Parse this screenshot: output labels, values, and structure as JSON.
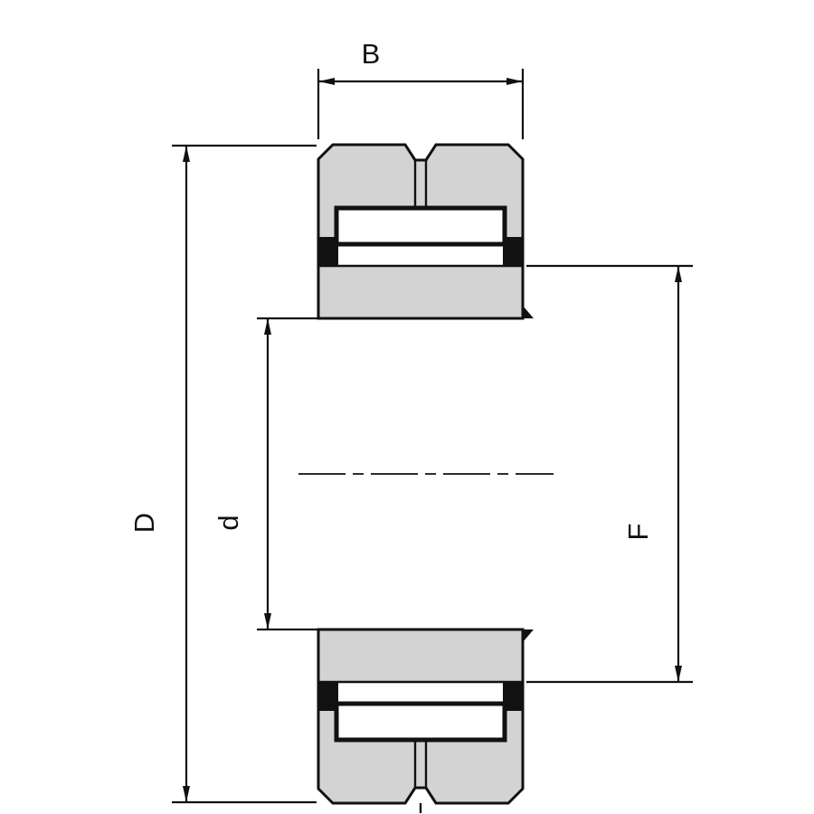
{
  "diagram": {
    "kind": "needle-roller-bearing-cross-section",
    "dimension_labels": {
      "width": "B",
      "outer_diameter": "D",
      "bore_diameter": "d",
      "raceway_diameter": "F"
    },
    "colors": {
      "background": "#ffffff",
      "line": "#111111",
      "ring_fill": "#d3d3d3",
      "roller_fill": "#ffffff",
      "cage_fill": "#111111"
    }
  }
}
